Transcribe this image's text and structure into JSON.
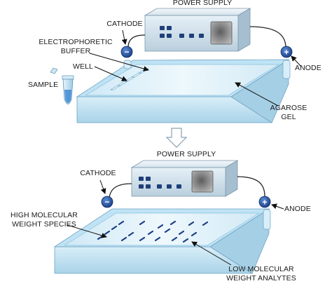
{
  "top": {
    "power_supply": "POWER SUPPLY",
    "cathode": "CATHODE",
    "anode": "ANODE",
    "buffer_line1": "ELECTROPHORETIC",
    "buffer_line2": "BUFFER",
    "well": "WELL",
    "sample": "SAMPLE",
    "gel_line1": "AGAROSE",
    "gel_line2": "GEL"
  },
  "bottom": {
    "power_supply": "POWER SUPPLY",
    "cathode": "CATHODE",
    "anode": "ANODE",
    "high_line1": "HIGH MOLECULAR",
    "high_line2": "WEIGHT SPECIES",
    "low_line1": "LOW MOLECULAR",
    "low_line2": "WEIGHT ANALYTES"
  },
  "symbols": {
    "minus": "−",
    "plus": "+"
  },
  "colors": {
    "box": "#cfe3ef",
    "display": "#8c8c8c",
    "button": "#1f3f7a",
    "tray": "#bfe3f5",
    "gel": "#dff1fa",
    "glow": "#3fc3f0",
    "band": "#1e3f86",
    "electrode": "#1f4fa0"
  }
}
